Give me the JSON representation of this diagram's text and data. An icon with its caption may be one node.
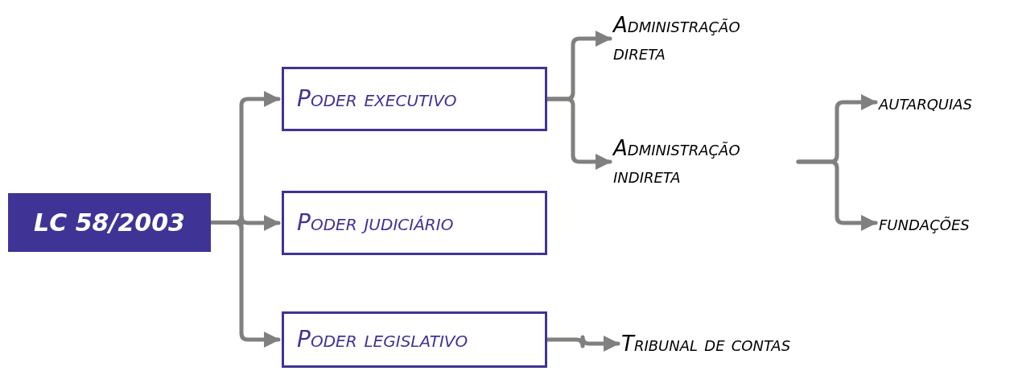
{
  "diagram": {
    "nodes": [
      {
        "text": [
          "LC 58/2003"
        ]
      },
      {
        "text": [
          "Poder executivo"
        ]
      },
      {
        "text": [
          "Poder judiciário"
        ]
      },
      {
        "text": [
          "Poder legislativo"
        ]
      },
      {
        "text": [
          "Administração direta"
        ]
      },
      {
        "text": [
          "Administração indireta"
        ]
      },
      {
        "text": [
          "autarquias"
        ]
      },
      {
        "text": [
          "fundações"
        ]
      },
      {
        "text": [
          "Tribunal de contas"
        ]
      }
    ],
    "edges": [
      {
        "from": 0,
        "to": 1,
        "arrow": "to"
      },
      {
        "from": 0,
        "to": 2,
        "arrow": "to"
      },
      {
        "from": 0,
        "to": 3,
        "arrow": "to"
      },
      {
        "from": 1,
        "to": 4,
        "arrow": "to"
      },
      {
        "from": 1,
        "to": 5,
        "arrow": "to"
      },
      {
        "from": 5,
        "to": 6,
        "arrow": "to"
      },
      {
        "from": 5,
        "to": 7,
        "arrow": "to"
      },
      {
        "from": 3,
        "to": 8,
        "arrow": "to"
      }
    ]
  }
}
